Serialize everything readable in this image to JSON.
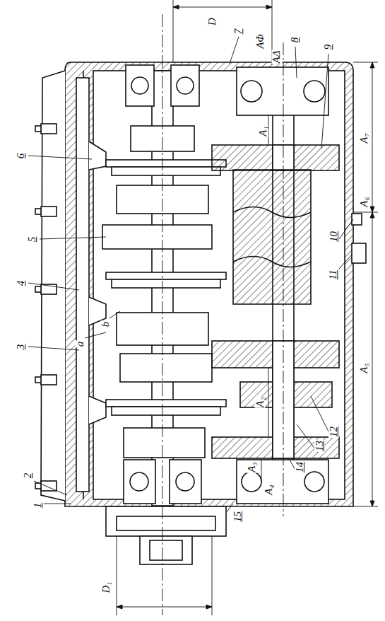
{
  "diagram": {
    "labels": [
      "D",
      "7",
      "AΦ",
      "AΔ",
      "8",
      "9",
      "A₁",
      "A₇",
      "A₆",
      "10",
      "11",
      "5",
      "6",
      "4",
      "b",
      "a",
      "3",
      "A₅",
      "A₂",
      "A₃",
      "A₄",
      "12",
      "13",
      "14",
      "2",
      "1",
      "15",
      "D₁"
    ]
  }
}
